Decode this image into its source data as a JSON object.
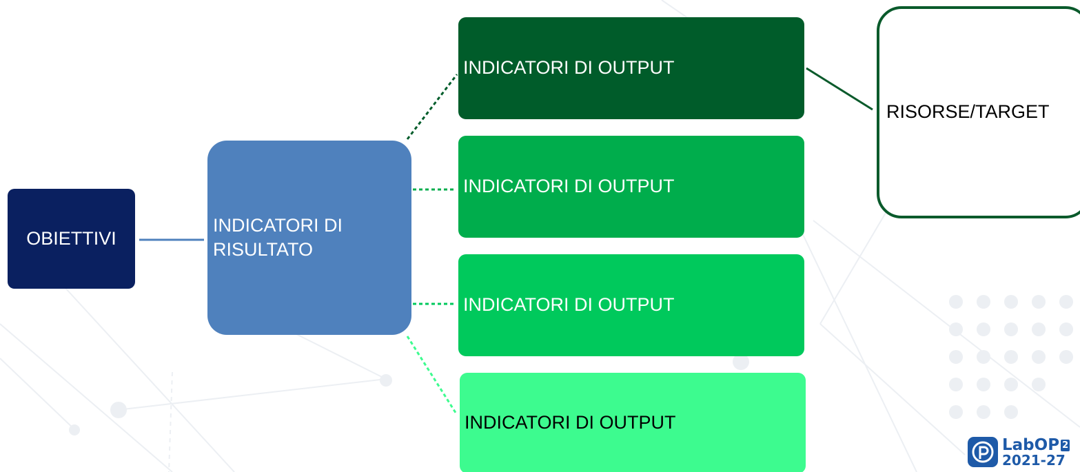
{
  "colors": {
    "obiettivi": "#0a2060",
    "risultato": "#4f81bd",
    "output_1": "#005c2a",
    "output_2": "#00ad4c",
    "output_3": "#00c95c",
    "output_4": "#3dfb8f",
    "risorse_border": "#0a5a2b",
    "connector_main": "#4f81bd",
    "text_light": "#ffffff",
    "text_dark": "#000000",
    "logo_blue": "#1e5aa8",
    "background_pattern": "#eceff3"
  },
  "diagram": {
    "obiettivi": {
      "label": "OBIETTIVI"
    },
    "risultato": {
      "label": "INDICATORI DI\nRISULTATO"
    },
    "outputs": [
      {
        "label": "INDICATORI DI OUTPUT"
      },
      {
        "label": "INDICATORI DI OUTPUT"
      },
      {
        "label": "INDICATORI DI OUTPUT"
      },
      {
        "label": "INDICATORI DI OUTPUT"
      }
    ],
    "risorse": {
      "label": "RISORSE/TARGET"
    }
  },
  "logo": {
    "name": "LabOP",
    "badge": "2",
    "years": "2021-27"
  }
}
